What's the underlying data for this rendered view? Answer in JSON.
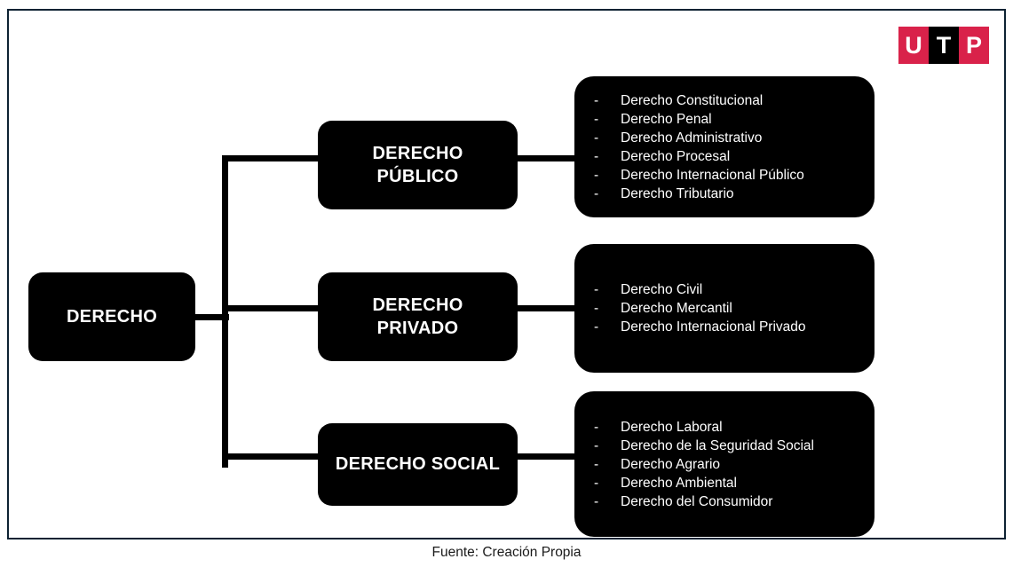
{
  "logo": {
    "name": "UTP",
    "letters": [
      {
        "char": "U",
        "bg": "#d9224a"
      },
      {
        "char": "T",
        "bg": "#000000"
      },
      {
        "char": "P",
        "bg": "#d9224a"
      }
    ]
  },
  "colors": {
    "frame_border": "#0d2233",
    "node_fill": "#000000",
    "node_text": "#ffffff",
    "connector": "#000000",
    "brand_red": "#d9224a",
    "page_background": "#ffffff",
    "footer_text": "#1a1a1a"
  },
  "diagram": {
    "root": {
      "label": "DERECHO"
    },
    "branches": [
      {
        "id": "publico",
        "label": "DERECHO PÚBLICO",
        "label_line1": "DERECHO",
        "label_line2": "PÚBLICO",
        "items": [
          "Derecho Constitucional",
          "Derecho Penal",
          "Derecho Administrativo",
          "Derecho Procesal",
          "Derecho Internacional Público",
          "Derecho Tributario"
        ]
      },
      {
        "id": "privado",
        "label": "DERECHO PRIVADO",
        "label_line1": "DERECHO",
        "label_line2": "PRIVADO",
        "items": [
          "Derecho Civil",
          "Derecho Mercantil",
          "Derecho Internacional Privado"
        ]
      },
      {
        "id": "social",
        "label": "DERECHO SOCIAL",
        "label_line1": "DERECHO SOCIAL",
        "label_line2": "",
        "items": [
          "Derecho Laboral",
          "Derecho de la Seguridad Social",
          "Derecho Agrario",
          "Derecho Ambiental",
          "Derecho del Consumidor"
        ]
      }
    ],
    "bullet_marker": "-"
  },
  "footer": {
    "caption": "Fuente: Creación Propia"
  }
}
